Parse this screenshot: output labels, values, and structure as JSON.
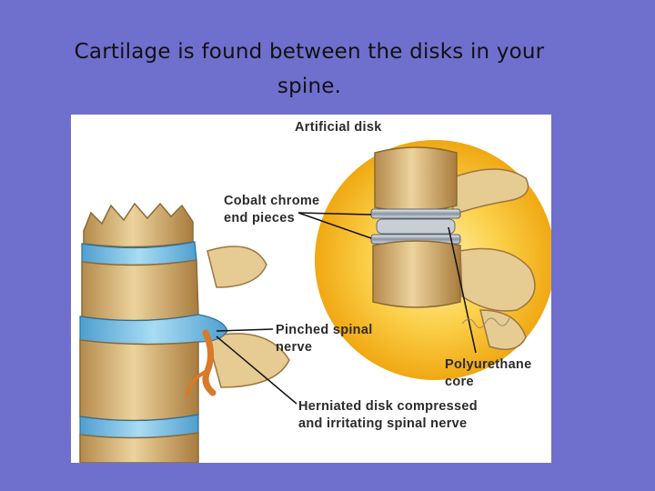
{
  "slide": {
    "title_line1": "Cartilage is found between the disks in your",
    "title_line2": "spine."
  },
  "figure": {
    "labels": {
      "artificial_disk": "Artificial disk",
      "cobalt_line1": "Cobalt chrome",
      "cobalt_line2": "end pieces",
      "pinched_line1": "Pinched spinal",
      "pinched_line2": "nerve",
      "polyurethane_line1": "Polyurethane",
      "polyurethane_line2": "core",
      "herniated_line1": "Herniated disk compressed",
      "herniated_line2": "and irritating spinal nerve"
    },
    "colors": {
      "background": "#6f6fce",
      "halo": "#f5b417",
      "bone": "#e2c487",
      "disk_blue": "#7ec3e6",
      "nerve": "#e08a2c",
      "metal": "#9aa6b3"
    }
  }
}
